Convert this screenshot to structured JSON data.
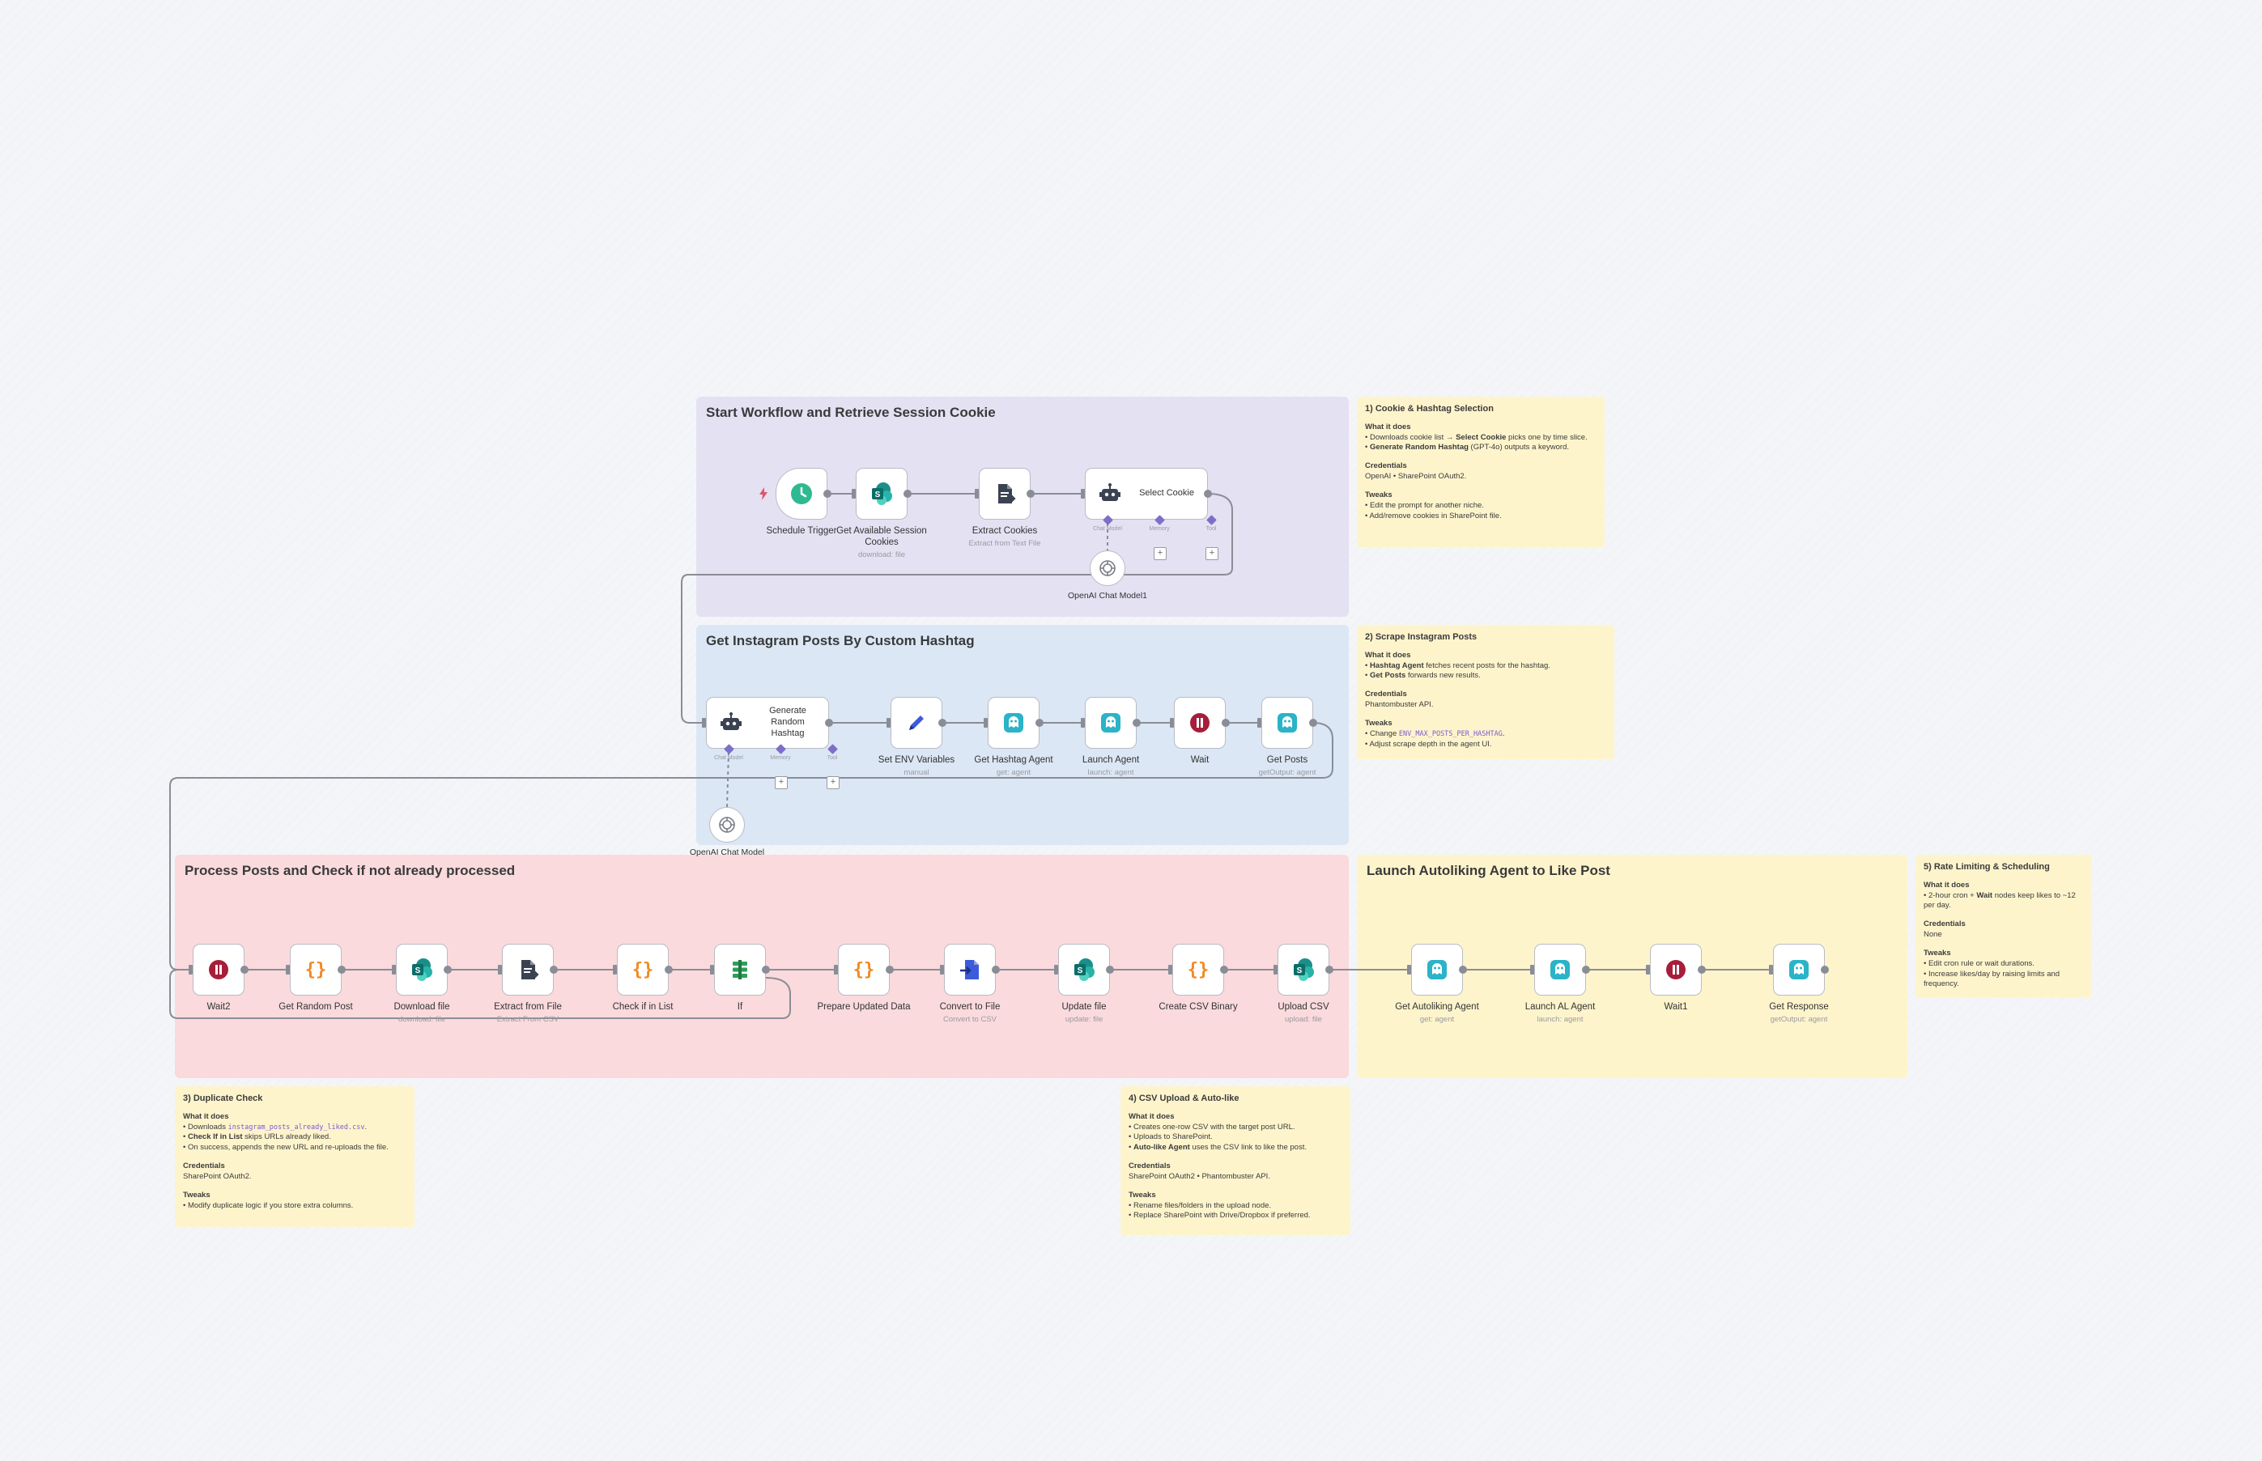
{
  "groups": {
    "g1": {
      "title": "Start Workflow and Retrieve Session Cookie",
      "color": "#e4e1f3"
    },
    "g2": {
      "title": "Get Instagram Posts By Custom Hashtag",
      "color": "#dbe7f5"
    },
    "g3": {
      "title": "Process Posts and Check if not already processed",
      "color": "#fadadd"
    },
    "g4": {
      "title": "Launch Autoliking Agent to Like Post",
      "color": "#fef4cc"
    }
  },
  "notes": {
    "n1": {
      "title": "1) Cookie & Hashtag Selection",
      "what": "What it does",
      "l1a": "• Downloads cookie list → ",
      "l1b": "Select Cookie",
      "l1c": " picks one by time slice.",
      "l2a": "• ",
      "l2b": "Generate Random Hashtag",
      "l2c": " (GPT-4o) outputs a keyword.",
      "cred": "Credentials",
      "cred_v": "OpenAI • SharePoint OAuth2.",
      "tweaks": "Tweaks",
      "t1": "• Edit the prompt for another niche.",
      "t2": "• Add/remove cookies in SharePoint file."
    },
    "n2": {
      "title": "2) Scrape Instagram Posts",
      "what": "What it does",
      "l1a": "• ",
      "l1b": "Hashtag Agent",
      "l1c": " fetches recent posts for the hashtag.",
      "l2a": "• ",
      "l2b": "Get Posts",
      "l2c": " forwards new results.",
      "cred": "Credentials",
      "cred_v": "Phantombuster API.",
      "tweaks": "Tweaks",
      "t1a": "• Change ",
      "t1b": "ENV_MAX_POSTS_PER_HASHTAG",
      "t1c": ".",
      "t2": "• Adjust scrape depth in the agent UI."
    },
    "n3": {
      "title": "3) Duplicate Check",
      "what": "What it does",
      "l1a": "• Downloads ",
      "l1b": "instagram_posts_already_liked.csv",
      "l1c": ".",
      "l2a": "• ",
      "l2b": "Check If in List",
      "l2c": " skips URLs already liked.",
      "l3": "• On success, appends the new URL and re-uploads the file.",
      "cred": "Credentials",
      "cred_v": "SharePoint OAuth2.",
      "tweaks": "Tweaks",
      "t1": "• Modify duplicate logic if you store extra columns."
    },
    "n4": {
      "title": "4) CSV Upload & Auto-like",
      "what": "What it does",
      "l1": "• Creates one-row CSV with the target post URL.",
      "l2": "• Uploads to SharePoint.",
      "l3a": "• ",
      "l3b": "Auto-like Agent",
      "l3c": " uses the CSV link to like the post.",
      "cred": "Credentials",
      "cred_v": "SharePoint OAuth2 • Phantombuster API.",
      "tweaks": "Tweaks",
      "t1": "• Rename files/folders in the upload node.",
      "t2": "• Replace SharePoint with Drive/Dropbox if preferred."
    },
    "n5": {
      "title": "5) Rate Limiting & Scheduling",
      "what": "What it does",
      "l1a": "• 2-hour cron + ",
      "l1b": "Wait",
      "l1c": " nodes keep likes to ~12 per day.",
      "cred": "Credentials",
      "cred_v": "None",
      "tweaks": "Tweaks",
      "t1": "• Edit cron rule or wait durations.",
      "t2": "• Increase likes/day by raising limits and frequency."
    }
  },
  "nodes": {
    "schedule_trigger": {
      "label": "Schedule Trigger",
      "icon": "clock-icon",
      "color": "#2fb990"
    },
    "get_cookies": {
      "label": "Get Available Session Cookies",
      "sub": "download: file",
      "icon": "sharepoint-icon",
      "color": "#1a8f8a"
    },
    "extract_cookies": {
      "label": "Extract Cookies",
      "sub": "Extract from Text File",
      "icon": "file-extract-icon",
      "color": "#3b4252"
    },
    "select_cookie": {
      "label": "Select Cookie",
      "icon": "robot-icon",
      "color": "#3b4252",
      "ports": [
        "Chat Model",
        "Memory",
        "Tool"
      ]
    },
    "openai1": {
      "label": "OpenAI Chat Model1",
      "icon": "openai-icon",
      "color": "#7a7d86"
    },
    "gen_hashtag": {
      "label": "Generate Random Hashtag",
      "icon": "robot-icon",
      "color": "#3b4252",
      "ports": [
        "Chat Model",
        "Memory",
        "Tool"
      ]
    },
    "openai": {
      "label": "OpenAI Chat Model",
      "icon": "openai-icon",
      "color": "#7a7d86"
    },
    "set_env": {
      "label": "Set ENV Variables",
      "sub": "manual",
      "icon": "pen-icon",
      "color": "#3b5bd8"
    },
    "get_hashtag_agent": {
      "label": "Get Hashtag Agent",
      "sub": "get: agent",
      "icon": "phantom-icon",
      "color": "#2bb3c7"
    },
    "launch_agent": {
      "label": "Launch Agent",
      "sub": "launch: agent",
      "icon": "phantom-icon",
      "color": "#2bb3c7"
    },
    "wait": {
      "label": "Wait",
      "icon": "pause-icon",
      "color": "#a61e3a"
    },
    "get_posts": {
      "label": "Get Posts",
      "sub": "getOutput: agent",
      "icon": "phantom-icon",
      "color": "#2bb3c7"
    },
    "wait2": {
      "label": "Wait2",
      "icon": "pause-icon",
      "color": "#a61e3a"
    },
    "get_random_post": {
      "label": "Get Random Post",
      "icon": "code-icon",
      "color": "#f08a24"
    },
    "download_file": {
      "label": "Download file",
      "sub": "download: file",
      "icon": "sharepoint-icon",
      "color": "#1a8f8a"
    },
    "extract_from_file": {
      "label": "Extract from File",
      "sub": "Extract From CSV",
      "icon": "file-extract-icon",
      "color": "#3b4252"
    },
    "check_in_list": {
      "label": "Check if in List",
      "icon": "code-icon",
      "color": "#f08a24"
    },
    "if": {
      "label": "If",
      "icon": "if-icon",
      "color": "#2e9e5b"
    },
    "prepare_data": {
      "label": "Prepare Updated Data",
      "icon": "code-icon",
      "color": "#f08a24"
    },
    "convert_to_file": {
      "label": "Convert to File",
      "sub": "Convert to CSV",
      "icon": "convert-file-icon",
      "color": "#3b5bd8"
    },
    "update_file": {
      "label": "Update file",
      "sub": "update: file",
      "icon": "sharepoint-icon",
      "color": "#1a8f8a"
    },
    "create_csv": {
      "label": "Create CSV Binary",
      "icon": "code-icon",
      "color": "#f08a24"
    },
    "upload_csv": {
      "label": "Upload CSV",
      "sub": "upload: file",
      "icon": "sharepoint-icon",
      "color": "#1a8f8a"
    },
    "get_autoliking": {
      "label": "Get Autoliking Agent",
      "sub": "get: agent",
      "icon": "phantom-icon",
      "color": "#2bb3c7"
    },
    "launch_al": {
      "label": "Launch AL Agent",
      "sub": "launch: agent",
      "icon": "phantom-icon",
      "color": "#2bb3c7"
    },
    "wait1": {
      "label": "Wait1",
      "icon": "pause-icon",
      "color": "#a61e3a"
    },
    "get_response": {
      "label": "Get Response",
      "sub": "getOutput: agent",
      "icon": "phantom-icon",
      "color": "#2bb3c7"
    }
  },
  "edge_color": "#8a8d96"
}
